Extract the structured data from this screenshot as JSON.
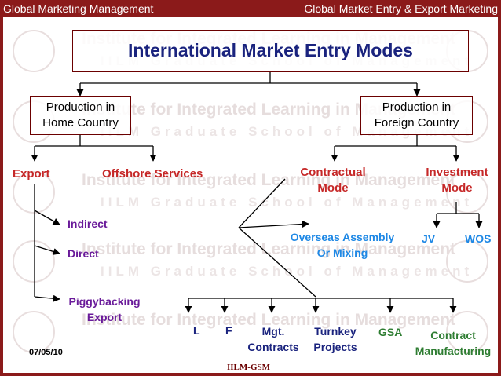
{
  "header": {
    "left": "Global Marketing Management",
    "right": "Global Market Entry & Export Marketing"
  },
  "watermark": {
    "line1": "Institute for Integrated Learning in Management",
    "line2": "IILM Graduate School of Management"
  },
  "diagram": {
    "title": "International Market Entry Modes",
    "home": {
      "line1": "Production in",
      "line2": "Home Country"
    },
    "foreign": {
      "line1": "Production in",
      "line2": "Foreign Country"
    },
    "export": "Export",
    "offshore": "Offshore Services",
    "contractual": {
      "line1": "Contractual",
      "line2": "Mode"
    },
    "investment": {
      "line1": "Investment",
      "line2": "Mode"
    },
    "indirect": "Indirect",
    "direct": "Direct",
    "piggybacking": {
      "line1": "Piggybacking",
      "line2": "Export"
    },
    "overseas": {
      "line1": "Overseas Assembly",
      "line2": "Or Mixing"
    },
    "jv": "JV",
    "wos": "WOS",
    "l": "L",
    "f": "F",
    "mgt": {
      "line1": "Mgt.",
      "line2": "Contracts"
    },
    "turnkey": {
      "line1": "Turnkey",
      "line2": "Projects"
    },
    "gsa": "GSA",
    "contract_mfg": {
      "line1": "Contract",
      "line2": "Manufacturing"
    }
  },
  "footer": {
    "date": "07/05/10",
    "org": "IILM-GSM"
  },
  "colors": {
    "brand": "#8b1a1a",
    "title": "#1a237e",
    "red": "#c62828",
    "purple": "#6a1b9a",
    "blue": "#1e88e5",
    "green": "#2e7d32"
  }
}
